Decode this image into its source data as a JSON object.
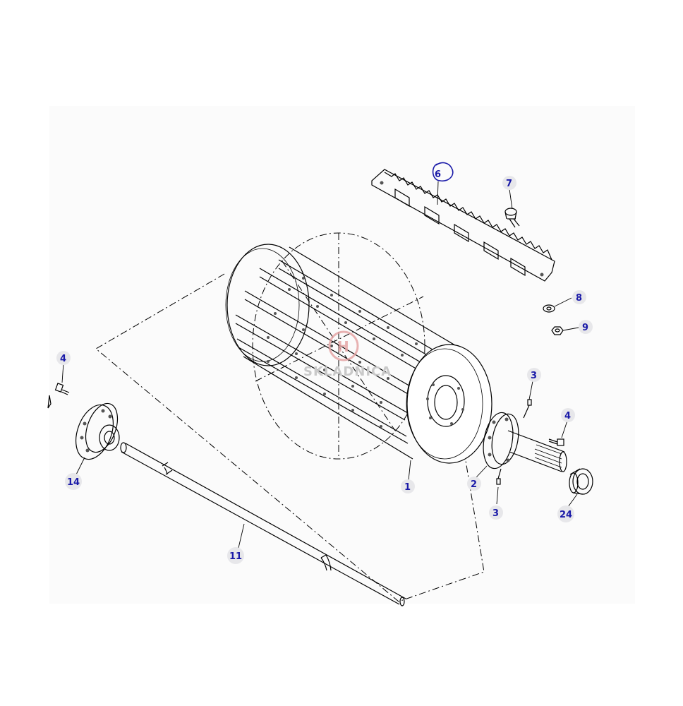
{
  "diagram": {
    "callouts": [
      {
        "id": "c6",
        "label": "6",
        "handwritten": true
      },
      {
        "id": "c7",
        "label": "7"
      },
      {
        "id": "c8",
        "label": "8"
      },
      {
        "id": "c9",
        "label": "9"
      },
      {
        "id": "c4a",
        "label": "4"
      },
      {
        "id": "c3a",
        "label": "3"
      },
      {
        "id": "c4b",
        "label": "4"
      },
      {
        "id": "c14",
        "label": "14"
      },
      {
        "id": "c1",
        "label": "1"
      },
      {
        "id": "c2",
        "label": "2"
      },
      {
        "id": "c3b",
        "label": "3"
      },
      {
        "id": "c24",
        "label": "24"
      },
      {
        "id": "c11",
        "label": "11"
      }
    ],
    "watermark": "SKLADNICA",
    "colors": {
      "callout_text": "#1a1aa8",
      "callout_bg": "#e7e7ea",
      "line": "#000000",
      "handwritten_circle": "#1a1aa8",
      "watermark": "#c9c9c9",
      "watermark_logo": "#e4a0a0"
    }
  }
}
